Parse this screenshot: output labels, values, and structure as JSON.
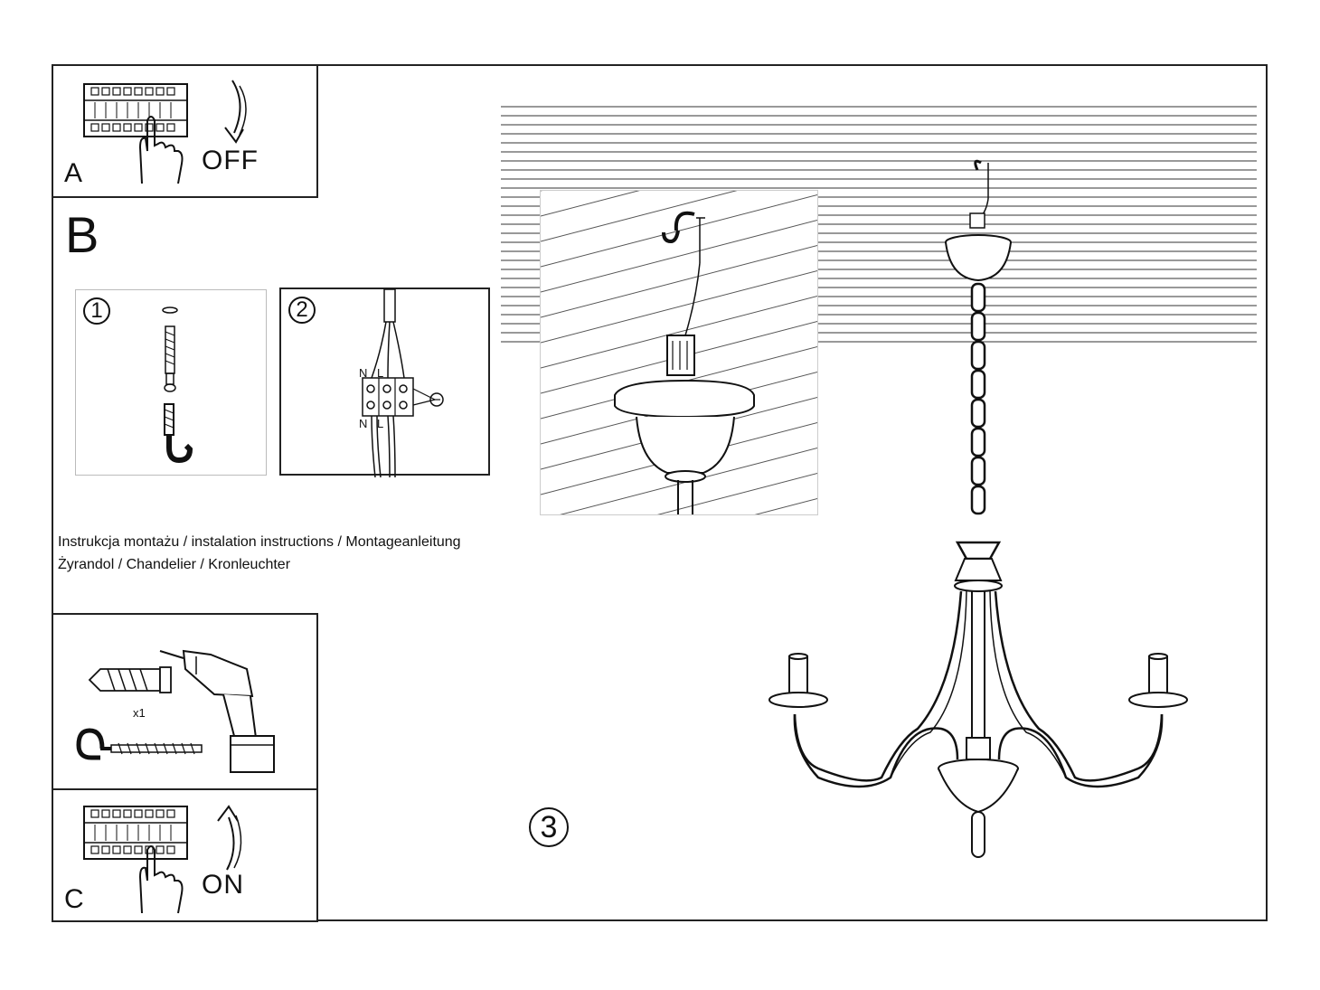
{
  "panel_a": {
    "letter": "A",
    "action": "OFF"
  },
  "panel_b": {
    "letter": "B",
    "step1": {
      "number": "1"
    },
    "step2": {
      "number": "2",
      "wire_n": "N",
      "wire_l": "L",
      "wire_n2": "N",
      "wire_l2": "L"
    }
  },
  "title": {
    "line1": "Instrukcja montażu / instalation instructions / Montageanleitung",
    "line2": "Żyrandol / Chandelier / Kronleuchter"
  },
  "panel_tools": {
    "count": "x1"
  },
  "panel_c": {
    "letter": "C",
    "action": "ON"
  },
  "step3": {
    "number": "3"
  }
}
